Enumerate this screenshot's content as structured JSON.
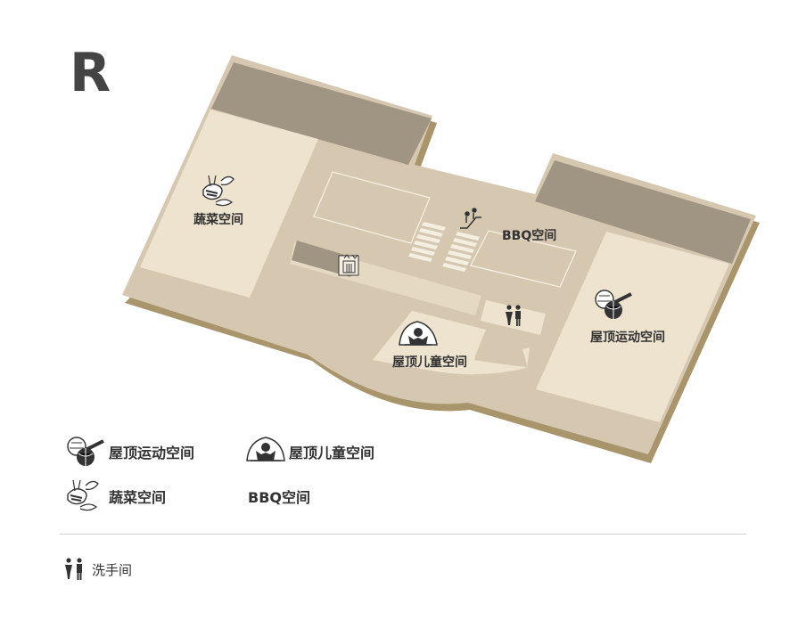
{
  "floor": "R",
  "map": {
    "areas": [
      {
        "label": "蔬菜空间",
        "icon": "vegetable-icon"
      },
      {
        "label": "BBQ空间",
        "icon": ""
      },
      {
        "label": "屋顶儿童空间",
        "icon": "kids-space-icon"
      },
      {
        "label": "屋顶运动空间",
        "icon": "sports-balls-icon"
      }
    ],
    "facilities": [
      "restroom-icon",
      "stairs-icon",
      "elevator-icon"
    ]
  },
  "legend": {
    "sports": {
      "label": "屋顶运动空间",
      "icon": "sports-balls-icon"
    },
    "kids": {
      "label": "屋顶儿童空间",
      "icon": "kids-space-icon"
    },
    "vegetable": {
      "label": "蔬菜空间",
      "icon": "vegetable-icon"
    },
    "bbq": {
      "label": "BBQ空间"
    },
    "restroom": {
      "label": "洗手间",
      "icon": "restroom-icon"
    }
  },
  "colors": {
    "shadow": "#a8956c",
    "base": "#d6c8b0",
    "light": "#ede3cf",
    "dark": "#a09582",
    "outline": "#f5efe2"
  }
}
